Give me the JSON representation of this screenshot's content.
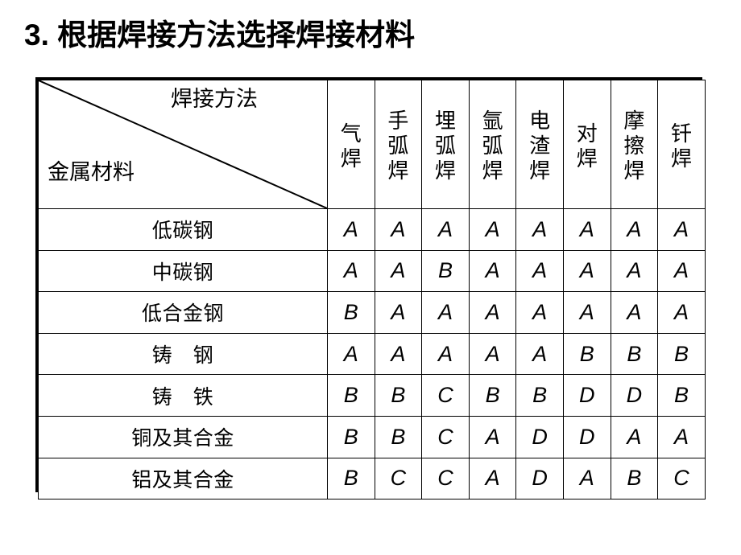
{
  "slide": {
    "title": "3. 根据焊接方法选择焊接材料",
    "background_color": "#ffffff",
    "text_color": "#000000"
  },
  "table": {
    "corner": {
      "top_right_label": "焊接方法",
      "bottom_left_label": "金属材料",
      "diagonal": true
    },
    "column_headers": [
      "气焊",
      "手弧焊",
      "埋弧焊",
      "氩弧焊",
      "电渣焊",
      "对焊",
      "摩擦焊",
      "钎焊"
    ],
    "rows": [
      {
        "label": "低碳钢",
        "values": [
          "A",
          "A",
          "A",
          "A",
          "A",
          "A",
          "A",
          "A"
        ]
      },
      {
        "label": "中碳钢",
        "values": [
          "A",
          "A",
          "B",
          "A",
          "A",
          "A",
          "A",
          "A"
        ]
      },
      {
        "label": "低合金钢",
        "values": [
          "B",
          "A",
          "A",
          "A",
          "A",
          "A",
          "A",
          "A"
        ]
      },
      {
        "label": "铸　钢",
        "values": [
          "A",
          "A",
          "A",
          "A",
          "A",
          "B",
          "B",
          "B"
        ]
      },
      {
        "label": "铸　铁",
        "values": [
          "B",
          "B",
          "C",
          "B",
          "B",
          "D",
          "D",
          "B"
        ]
      },
      {
        "label": "铜及其合金",
        "values": [
          "B",
          "B",
          "C",
          "A",
          "D",
          "D",
          "A",
          "A"
        ]
      },
      {
        "label": "铝及其合金",
        "values": [
          "B",
          "C",
          "C",
          "A",
          "D",
          "A",
          "B",
          "C"
        ]
      }
    ]
  }
}
